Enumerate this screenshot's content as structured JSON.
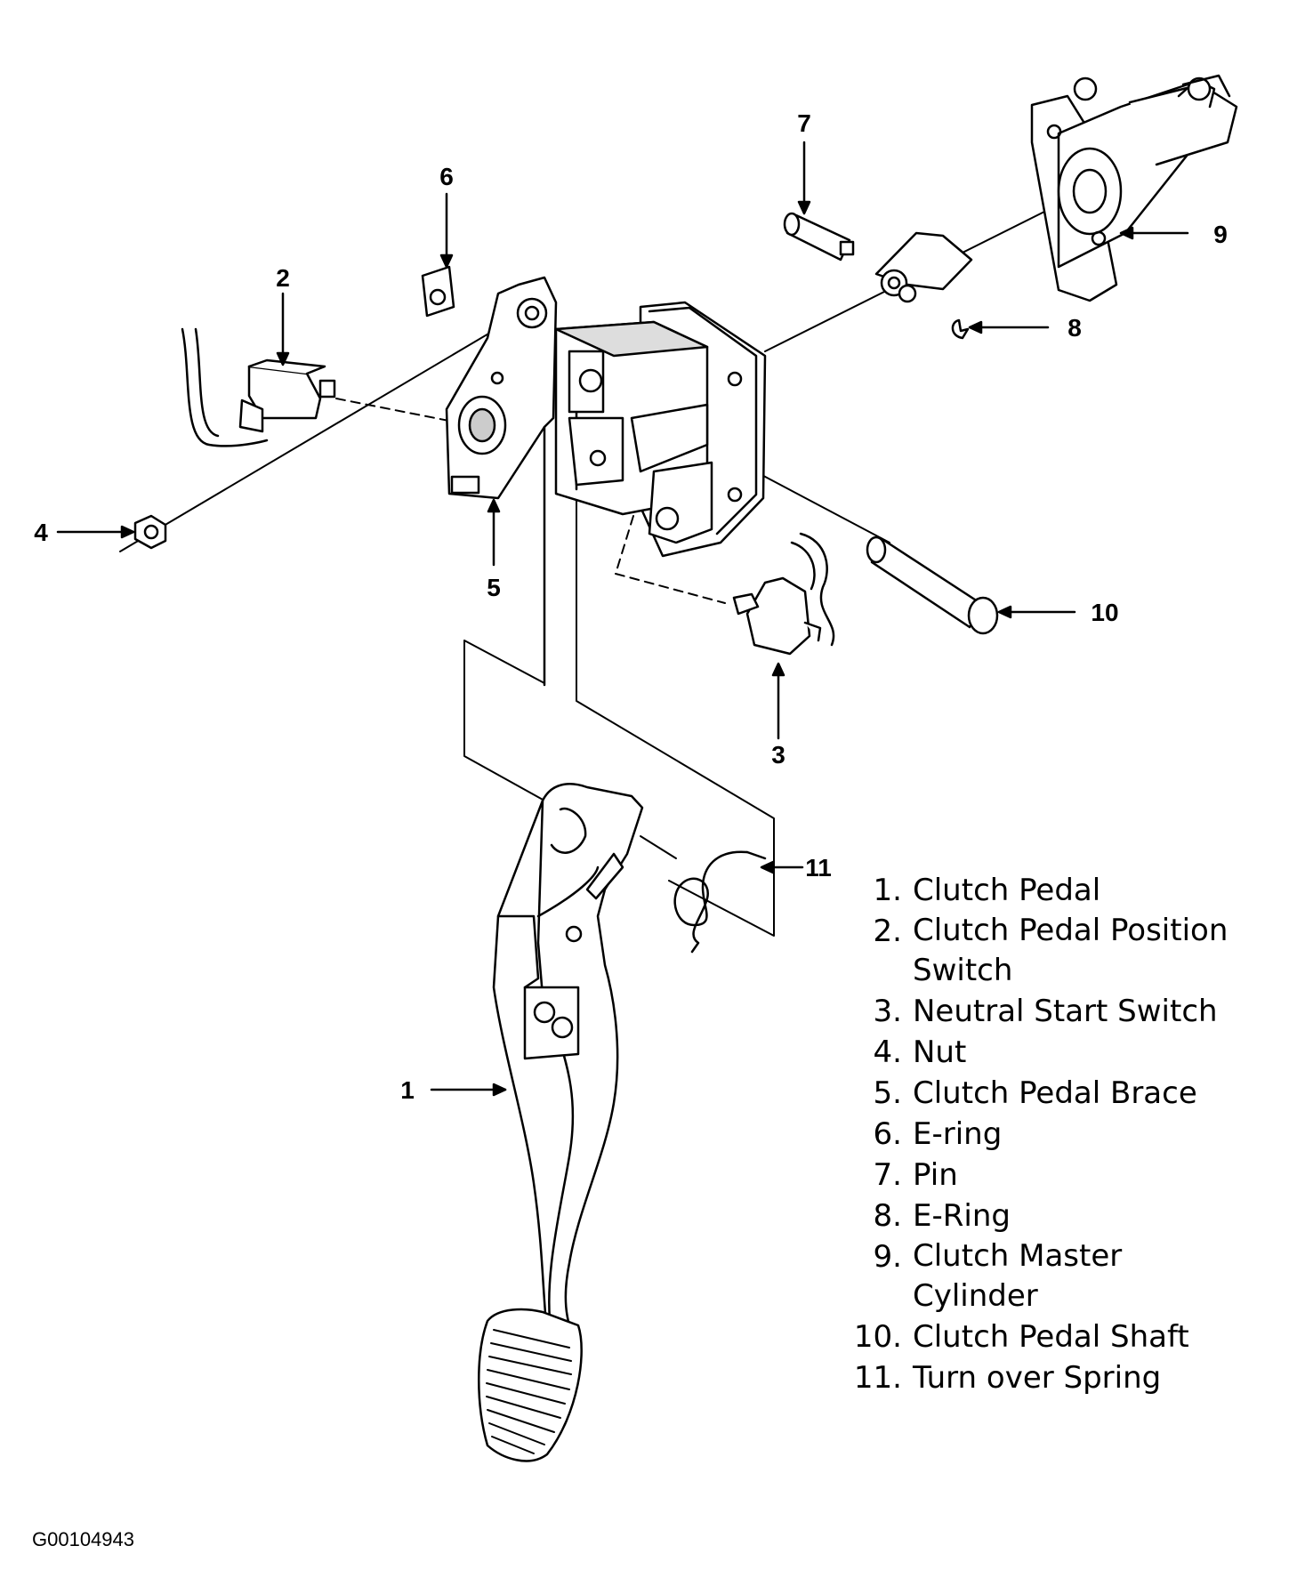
{
  "callouts": {
    "c1": "1",
    "c2": "2",
    "c3": "3",
    "c4": "4",
    "c5": "5",
    "c6": "6",
    "c7": "7",
    "c8": "8",
    "c9": "9",
    "c10": "10",
    "c11": "11"
  },
  "legend": [
    {
      "num": "1.",
      "text": "Clutch Pedal"
    },
    {
      "num": "2.",
      "text": "Clutch Pedal Position Switch"
    },
    {
      "num": "3.",
      "text": "Neutral Start Switch"
    },
    {
      "num": "4.",
      "text": "Nut"
    },
    {
      "num": "5.",
      "text": "Clutch Pedal Brace"
    },
    {
      "num": "6.",
      "text": "E-ring"
    },
    {
      "num": "7.",
      "text": "Pin"
    },
    {
      "num": "8.",
      "text": "E-Ring"
    },
    {
      "num": "9.",
      "text": "Clutch Master Cylinder"
    },
    {
      "num": "10.",
      "text": "Clutch Pedal Shaft"
    },
    {
      "num": "11.",
      "text": "Turn over Spring"
    }
  ],
  "figure_id": "G00104943",
  "colors": {
    "line": "#000000",
    "fill": "#ffffff",
    "shade": "#cccccc"
  }
}
